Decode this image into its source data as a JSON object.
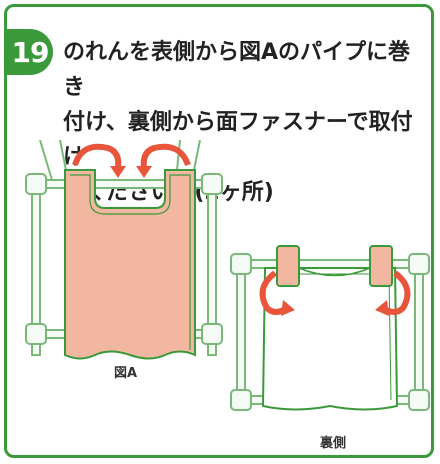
{
  "step": {
    "number": "19"
  },
  "instruction": {
    "line1": "のれんを表側から図Aのパイプに巻き",
    "line2": "付け、裏側から面ファスナーで取付け",
    "line3": "てください。(2ヶ所)"
  },
  "figures": {
    "front_caption": "図A",
    "back_caption": "裏側"
  },
  "colors": {
    "accent_green": "#3a9a3a",
    "curtain_fill": "#f2b7a0",
    "arrow_red": "#e8553a",
    "pipe_stroke": "#7ab87a"
  }
}
